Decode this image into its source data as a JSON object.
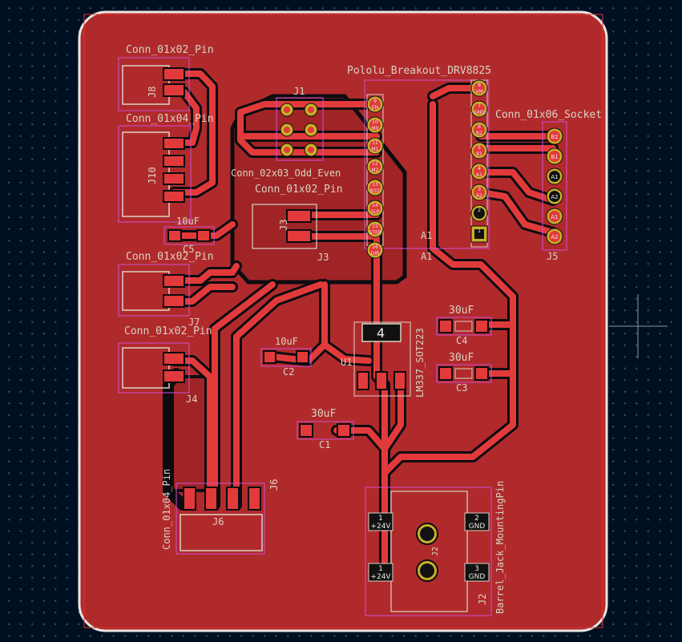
{
  "editor": {
    "name": "PCB Editor"
  },
  "colors": {
    "background": "#001023",
    "copper_fill": "#b02a2c",
    "copper_trace": "#e23a3a",
    "board_edge": "#e8e6e0",
    "silkscreen": "#d9d3c3",
    "pad_gold": "#c8b026",
    "courtyard": "#d04fd0"
  },
  "footprints": {
    "j8": {
      "value": "Conn_01x02_Pin",
      "ref": "J8"
    },
    "j10": {
      "value": "Conn_01x04_Pin",
      "ref": "J10"
    },
    "c5": {
      "value": "10uF",
      "ref": "C5"
    },
    "j7": {
      "value": "Conn_01x02_Pin",
      "ref": "J7"
    },
    "j4": {
      "value": "Conn_01x02_Pin",
      "ref": "J4"
    },
    "j6": {
      "value": "Conn_01x04_Pin",
      "ref": "J6"
    },
    "j1": {
      "value": "Conn_02x03_Odd_Even",
      "ref": "J1"
    },
    "j3": {
      "value": "Conn_01x02_Pin",
      "ref": "J3"
    },
    "a1": {
      "value": "Pololu_Breakout_DRV8825",
      "ref": "A1"
    },
    "j5": {
      "value": "Conn_01x06_Socket",
      "ref": "J5"
    },
    "c4": {
      "value": "30uF",
      "ref": "C4"
    },
    "c3": {
      "value": "30uF",
      "ref": "C3"
    },
    "c2": {
      "value": "10uF",
      "ref": "C2"
    },
    "c1": {
      "value": "30uF",
      "ref": "C1"
    },
    "u1": {
      "value": "LM337_SOT223",
      "ref": "U1",
      "tab_pad": "4"
    },
    "j2": {
      "value": "Barrel_Jack_MountingPin",
      "ref": "J2"
    }
  },
  "pad_labels": {
    "a1_right": [
      "8",
      "7",
      "6",
      "5",
      "4",
      "3",
      "2",
      "1"
    ],
    "a1_right_nets": [
      "VM",
      "GND",
      "B2",
      "B1",
      "A1",
      "A2",
      "",
      ""
    ],
    "a1_left": [
      "9",
      "10",
      "11",
      "12",
      "13",
      "14",
      "15",
      "16"
    ],
    "a1_left_nets": [
      "EN",
      "M0",
      "M1",
      "M2",
      "RST",
      "SLP",
      "STEP",
      "DIR"
    ],
    "j5": [
      "B2",
      "B1",
      "A1",
      "A2",
      "A1",
      "A2"
    ],
    "j2": [
      {
        "num": "1",
        "net": "+24V"
      },
      {
        "num": "2",
        "net": "GND"
      },
      {
        "num": "1",
        "net": "+24V"
      },
      {
        "num": "3",
        "net": "GND"
      }
    ]
  }
}
